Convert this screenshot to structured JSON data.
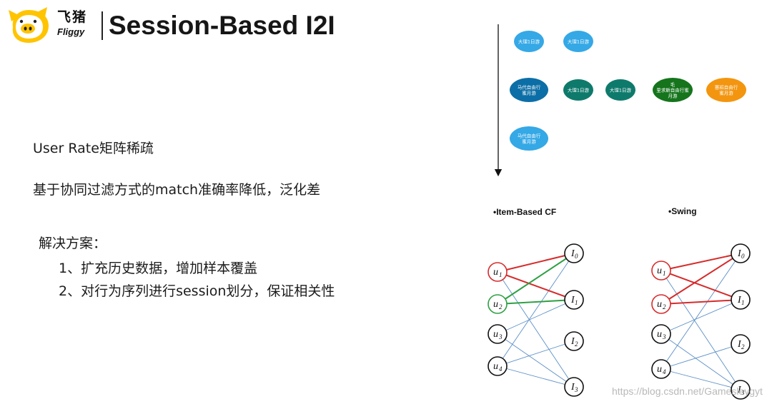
{
  "header": {
    "brand_cn": "飞猪",
    "brand_en": "Fliggy",
    "title": "Session-Based I2I"
  },
  "left_text": {
    "line1": "User Rate矩阵稀疏",
    "line2": "基于协同过滤方式的match准确率降低，泛化差",
    "solution_heading": "解决方案：",
    "solution_items": [
      "1、扩充历史数据，增加样本覆盖",
      "2、对行为序列进行session划分，保证相关性"
    ]
  },
  "sessions": {
    "rows": [
      [
        {
          "text": [
            "大理1日游"
          ],
          "color": "#35a8e6"
        },
        {
          "text": [
            "大理1日游"
          ],
          "color": "#35a8e6"
        }
      ],
      [
        {
          "text": [
            "马代自由行",
            "蜜月游"
          ],
          "color": "#0c6ea6"
        },
        {
          "text": [
            "大理1日游"
          ],
          "color": "#0e7a6c"
        },
        {
          "text": [
            "大理1日游"
          ],
          "color": "#0e7a6c"
        },
        {
          "text": [
            "毛",
            "里求斯自由行蜜",
            "月游"
          ],
          "color": "#15741c"
        },
        {
          "text": [
            "塞班自由行",
            "蜜月游"
          ],
          "color": "#f3950f"
        }
      ],
      [
        {
          "text": [
            "马代自由行",
            "蜜月游"
          ],
          "color": "#35a8e6"
        }
      ]
    ]
  },
  "bipartite": {
    "left_nodes": [
      {
        "label": "u",
        "sub": "1"
      },
      {
        "label": "u",
        "sub": "2"
      },
      {
        "label": "u",
        "sub": "3"
      },
      {
        "label": "u",
        "sub": "4"
      }
    ],
    "right_nodes": [
      {
        "label": "I",
        "sub": "0"
      },
      {
        "label": "I",
        "sub": "1"
      },
      {
        "label": "I",
        "sub": "2"
      },
      {
        "label": "I",
        "sub": "3"
      }
    ],
    "edges": [
      [
        0,
        0
      ],
      [
        0,
        1
      ],
      [
        0,
        3
      ],
      [
        1,
        0
      ],
      [
        1,
        1
      ],
      [
        2,
        1
      ],
      [
        2,
        3
      ],
      [
        3,
        0
      ],
      [
        3,
        2
      ],
      [
        3,
        3
      ]
    ],
    "colors": {
      "highlight_red": "#d62b2b",
      "highlight_green": "#2ea043",
      "edge_blue": "#5b8fc7",
      "node_stroke": "#111111"
    },
    "diagrams": [
      {
        "label": "•Item-Based CF",
        "highlight_nodes": {
          "0": "red",
          "1": "green"
        },
        "highlight_edges": [
          {
            "u": 0,
            "i": 0,
            "color": "red"
          },
          {
            "u": 0,
            "i": 1,
            "color": "red"
          },
          {
            "u": 1,
            "i": 0,
            "color": "green"
          },
          {
            "u": 1,
            "i": 1,
            "color": "green"
          }
        ]
      },
      {
        "label": "•Swing",
        "highlight_nodes": {
          "0": "red",
          "1": "red"
        },
        "highlight_edges": [
          {
            "u": 0,
            "i": 0,
            "color": "red"
          },
          {
            "u": 0,
            "i": 1,
            "color": "red"
          },
          {
            "u": 1,
            "i": 0,
            "color": "red"
          },
          {
            "u": 1,
            "i": 1,
            "color": "red"
          }
        ]
      }
    ]
  },
  "watermark": "https://blog.csdn.net/Gamesleygyt"
}
